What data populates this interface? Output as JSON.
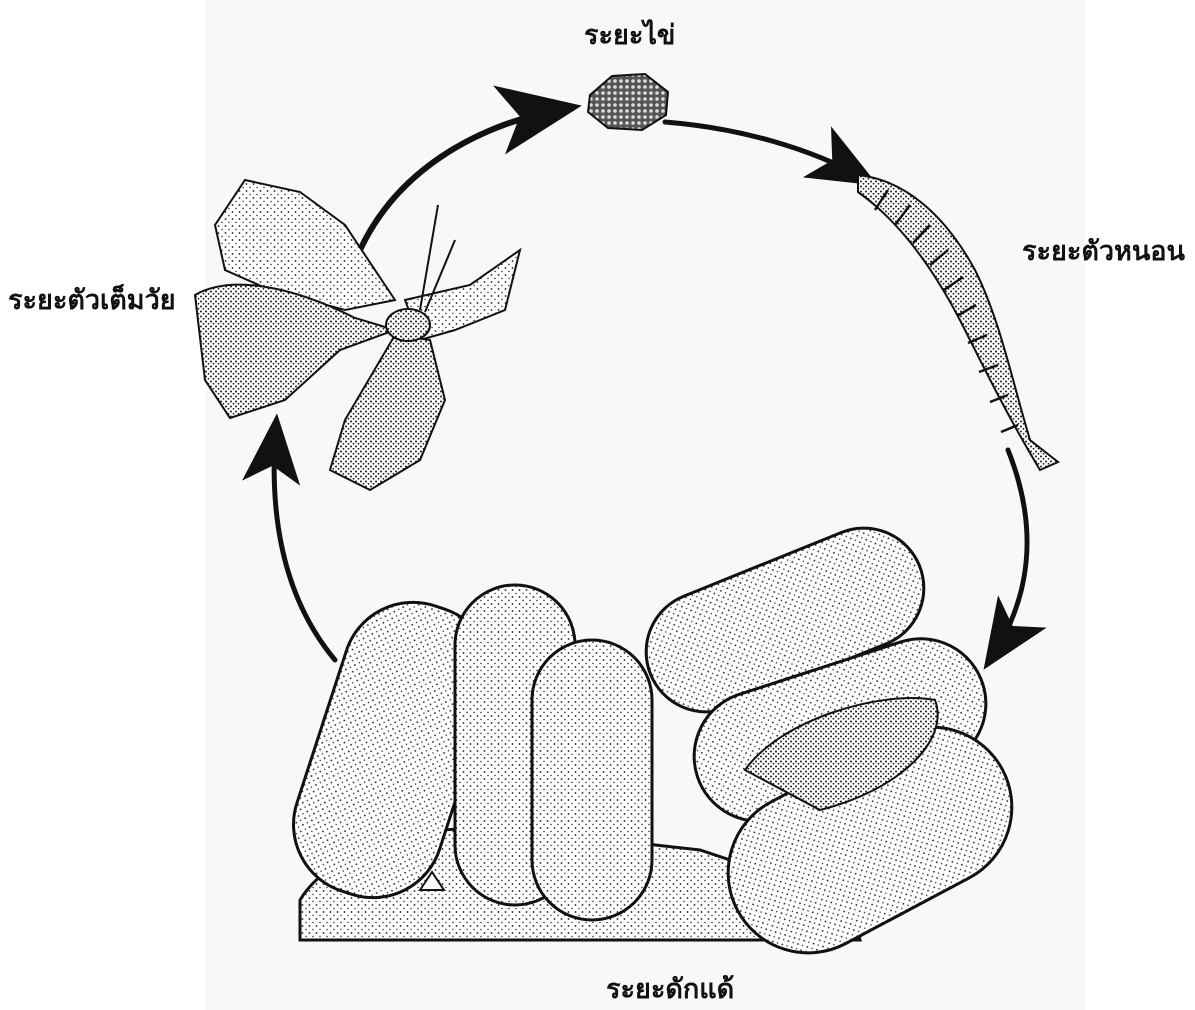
{
  "diagram": {
    "stages": {
      "egg": "ระยะไข่",
      "larva": "ระยะตัวหนอน",
      "pupa": "ระยะดักแด้",
      "adult": "ระยะตัวเต็มวัย"
    },
    "colors": {
      "ink": "#111111",
      "paper": "#ffffff",
      "stipple": "#1a1a1a",
      "background_wash": "#ececec"
    }
  }
}
